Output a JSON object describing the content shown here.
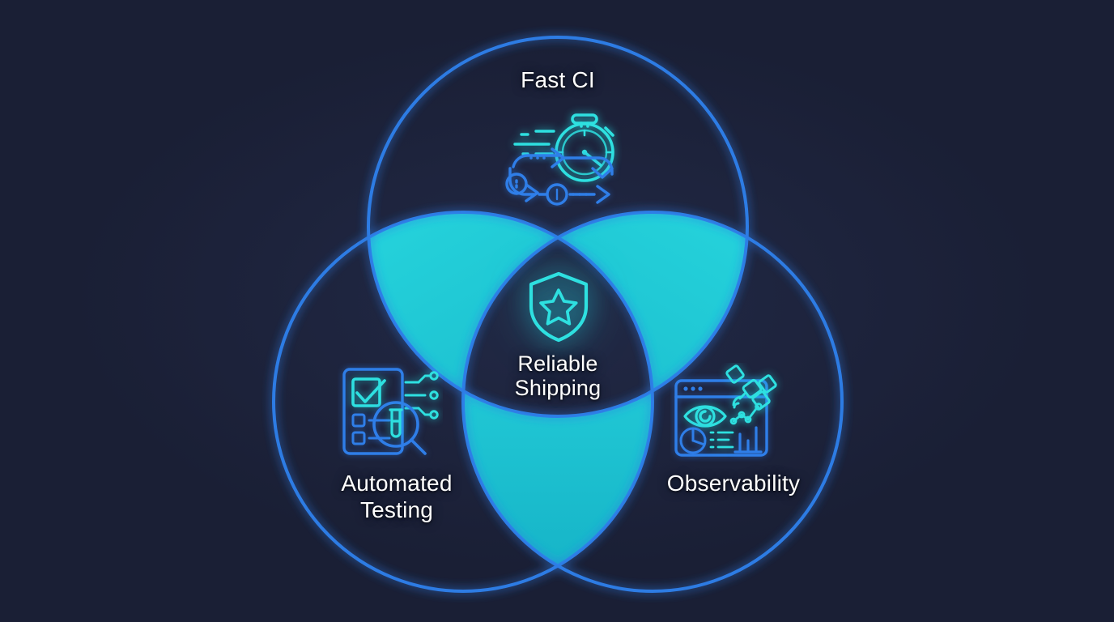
{
  "diagram": {
    "type": "venn-3-circle",
    "title_visible": false,
    "background_color": "#1a1f35",
    "circle_stroke_color": "#2f7ee8",
    "overlap_fill_color": "#22c7d6",
    "center_fill_color": "#1b2136",
    "icon_accent_cyan": "#2ee0e0",
    "icon_accent_blue": "#2f7ee8",
    "label_color": "#ffffff",
    "sets": [
      {
        "id": "fast-ci",
        "label": "Fast CI",
        "icon": "stopwatch-pipeline-icon",
        "position": "top"
      },
      {
        "id": "automated-testing",
        "label": "Automated\nTesting",
        "icon": "checklist-magnifier-testtube-icon",
        "position": "bottom-left"
      },
      {
        "id": "observability",
        "label": "Observability",
        "icon": "dashboard-eye-satellite-icon",
        "position": "bottom-right"
      }
    ],
    "center": {
      "id": "reliable-shipping",
      "label": "Reliable\nShipping",
      "icon": "shield-star-icon"
    }
  }
}
